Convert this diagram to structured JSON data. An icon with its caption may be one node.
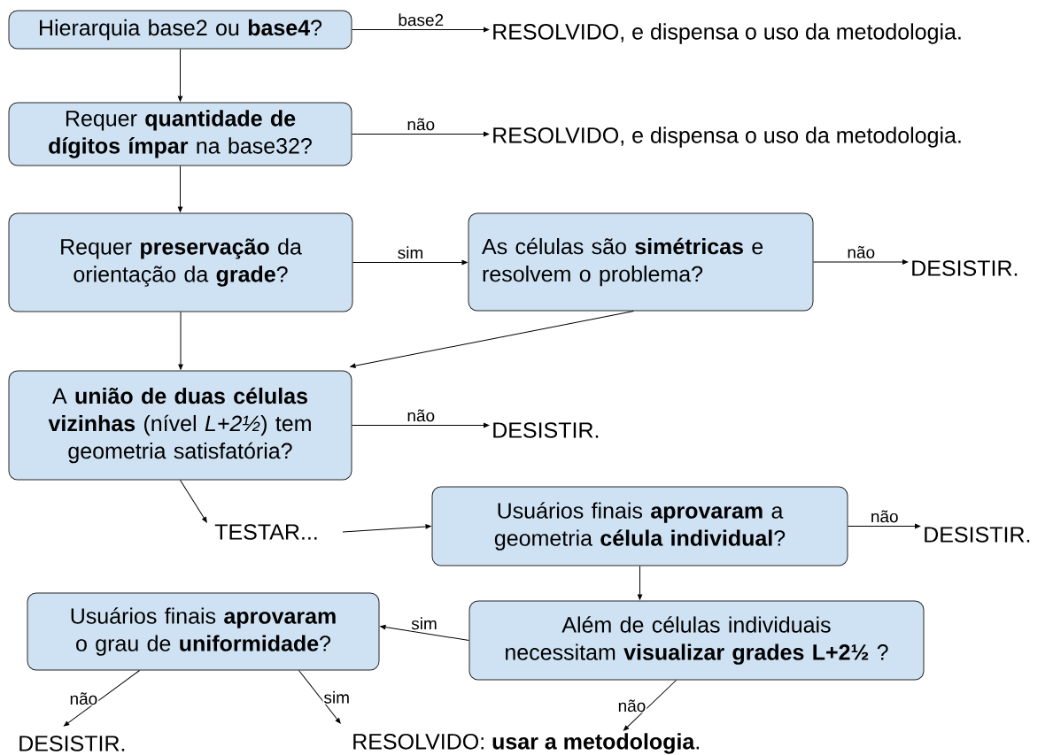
{
  "diagram": {
    "nodes": [
      {
        "text": [
          "Hierarquia base2 ou **base4**?"
        ]
      },
      {
        "text": [
          "RESOLVIDO, e dispensa o uso da metodologia."
        ]
      },
      {
        "text": [
          "Requer **quantidade de dígitos ímpar** na base32?"
        ]
      },
      {
        "text": [
          "RESOLVIDO, e dispensa o uso da metodologia."
        ]
      },
      {
        "text": [
          "Requer **preservação** da orientação da **grade**?"
        ]
      },
      {
        "text": [
          "As células são **simétricas** e resolvem o problema?"
        ]
      },
      {
        "text": [
          "DESISTIR."
        ]
      },
      {
        "text": [
          "A **união de duas células vizinhas** (nível *L+2½*) tem geometria satisfatória?"
        ]
      },
      {
        "text": [
          "DESISTIR."
        ]
      },
      {
        "text": [
          "TESTAR..."
        ]
      },
      {
        "text": [
          "Usuários finais **aprovaram** a geometria **célula individual**?"
        ]
      },
      {
        "text": [
          "DESISTIR."
        ]
      },
      {
        "text": [
          "Usuários finais **aprovaram** o grau de **uniformidade**?"
        ]
      },
      {
        "text": [
          "Além de células individuais necessitam **visualizar grades L+2½** ?"
        ]
      },
      {
        "text": [
          "DESISTIR."
        ]
      },
      {
        "text": [
          "RESOLVIDO: **usar a metodologia**."
        ]
      }
    ],
    "edges": [
      {
        "from": 0,
        "to": 1,
        "arrow": "to",
        "label": "base2"
      },
      {
        "from": 0,
        "to": 2,
        "arrow": "to"
      },
      {
        "from": 2,
        "to": 3,
        "arrow": "to",
        "label": "não"
      },
      {
        "from": 2,
        "to": 4,
        "arrow": "to"
      },
      {
        "from": 4,
        "to": 5,
        "arrow": "to",
        "label": "sim"
      },
      {
        "from": 4,
        "to": 7,
        "arrow": "to"
      },
      {
        "from": 5,
        "to": 6,
        "arrow": "to",
        "label": "não"
      },
      {
        "from": 5,
        "to": 7,
        "arrow": "to"
      },
      {
        "from": 7,
        "to": 8,
        "arrow": "to",
        "label": "não"
      },
      {
        "from": 7,
        "to": 9,
        "arrow": "to"
      },
      {
        "from": 9,
        "to": 10,
        "arrow": "to"
      },
      {
        "from": 10,
        "to": 11,
        "arrow": "to",
        "label": "não"
      },
      {
        "from": 10,
        "to": 13,
        "arrow": "to"
      },
      {
        "from": 13,
        "to": 12,
        "arrow": "to",
        "label": "sim"
      },
      {
        "from": 13,
        "to": 15,
        "arrow": "to",
        "label": "não"
      },
      {
        "from": 12,
        "to": 14,
        "arrow": "to",
        "label": "não"
      },
      {
        "from": 12,
        "to": 15,
        "arrow": "to",
        "label": "sim"
      }
    ]
  }
}
